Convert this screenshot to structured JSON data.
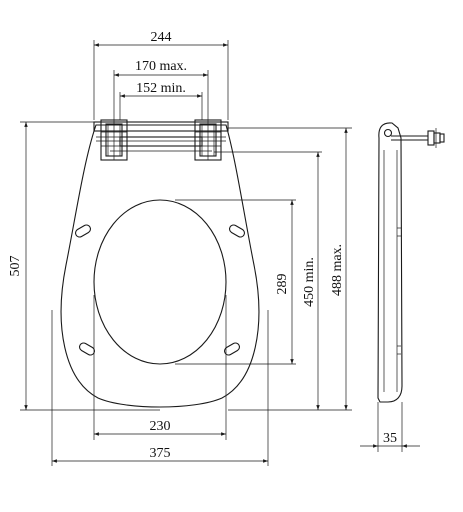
{
  "dimensions": {
    "hinge_spacing": "244",
    "hinge_max": "170 max.",
    "hinge_min": "152 min.",
    "overall_length": "507",
    "opening_length": "289",
    "length_min": "450 min.",
    "length_max": "488 max.",
    "opening_width": "230",
    "overall_width": "375",
    "thickness": "35"
  }
}
